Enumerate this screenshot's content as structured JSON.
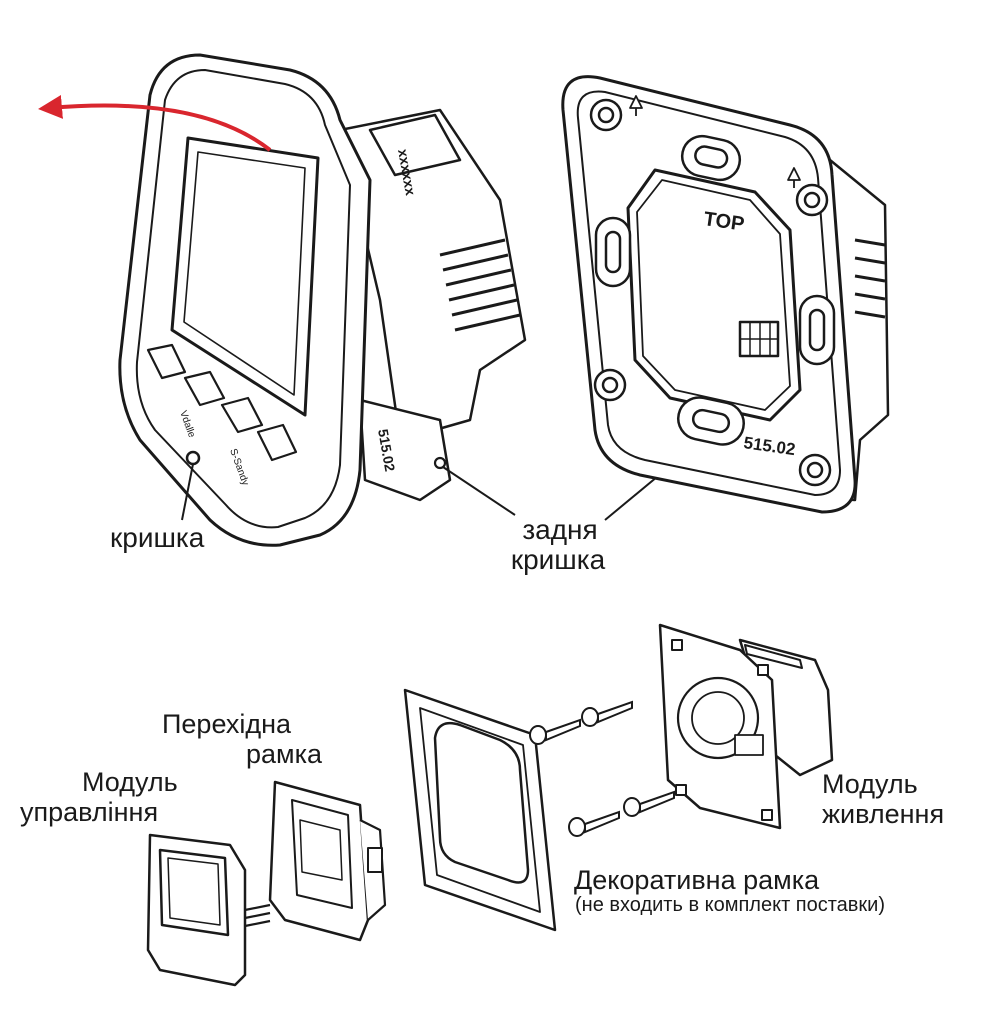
{
  "labels": {
    "cover": "кришка",
    "back_cover_line1": "задня",
    "back_cover_line2": "кришка",
    "adapter_line1": "Перехідна",
    "adapter_line2": "рамка",
    "control_line1": "Модуль",
    "control_line2": "управління",
    "power_line1": "Модуль",
    "power_line2": "живлення",
    "decor_title": "Декоративна рамка",
    "decor_note": "(не входить в комплект поставки)"
  },
  "device_marks": {
    "top": "TOP",
    "model": "515.02",
    "model_side": "515.02",
    "serial": "xxxxxx"
  },
  "colors": {
    "line": "#1a1a1a",
    "arrow": "#d9262e",
    "background": "#ffffff"
  }
}
